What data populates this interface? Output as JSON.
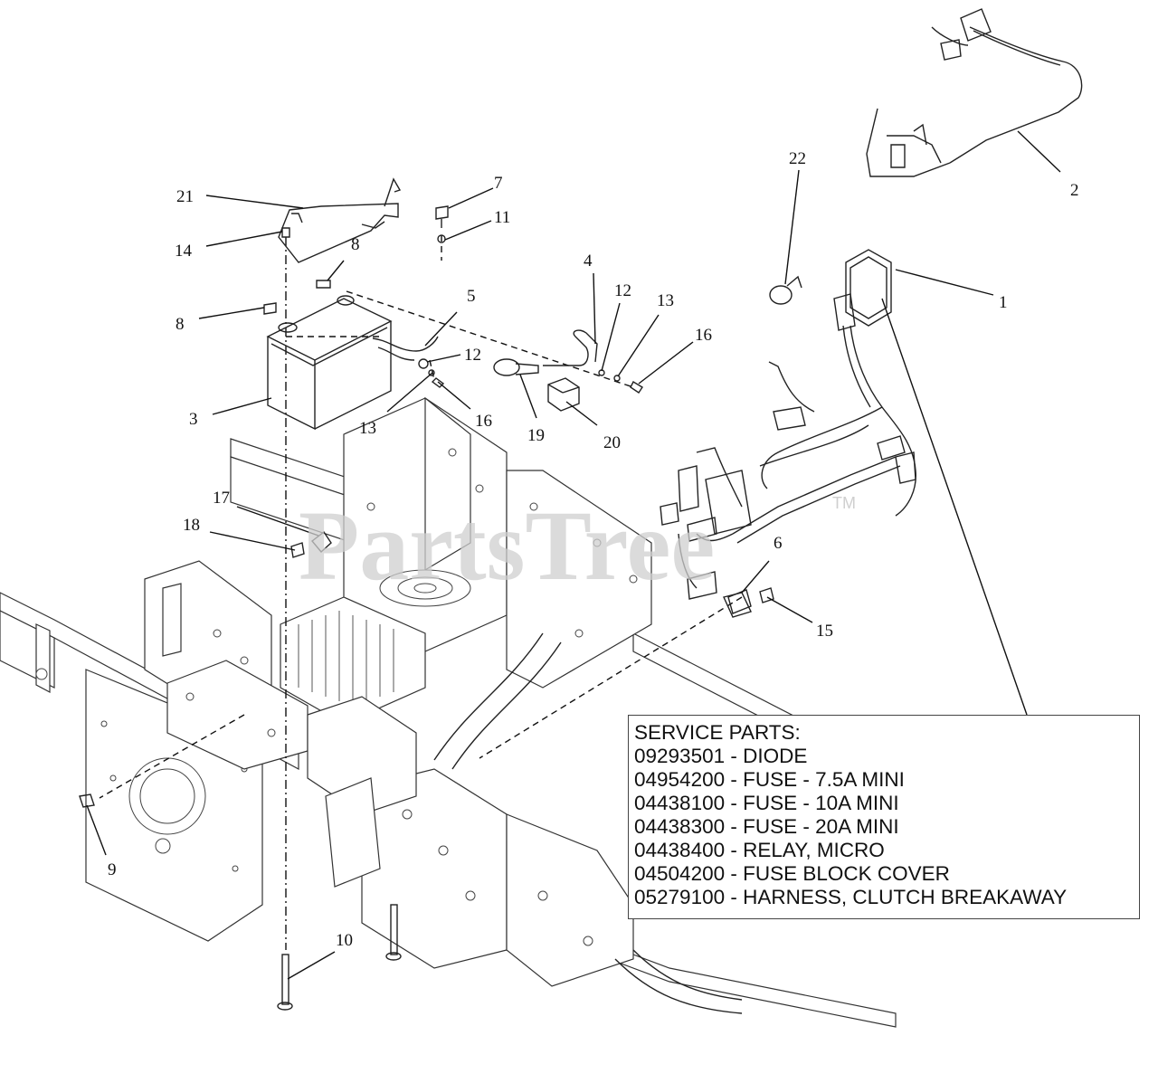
{
  "watermark": {
    "text": "PartsTree",
    "trademark": "TM"
  },
  "callouts": [
    "1",
    "2",
    "3",
    "4",
    "5",
    "6",
    "7",
    "8",
    "8",
    "9",
    "10",
    "11",
    "12",
    "12",
    "13",
    "13",
    "14",
    "15",
    "16",
    "16",
    "17",
    "18",
    "19",
    "20",
    "21",
    "22"
  ],
  "service_parts": {
    "heading": "SERVICE PARTS:",
    "items": [
      "09293501 - DIODE",
      "04954200 - FUSE - 7.5A MINI",
      "04438100 - FUSE - 10A MINI",
      "04438300 - FUSE - 20A MINI",
      "04438400 - RELAY, MICRO",
      "04504200 - FUSE BLOCK COVER",
      "05279100 - HARNESS, CLUTCH BREAKAWAY"
    ]
  }
}
